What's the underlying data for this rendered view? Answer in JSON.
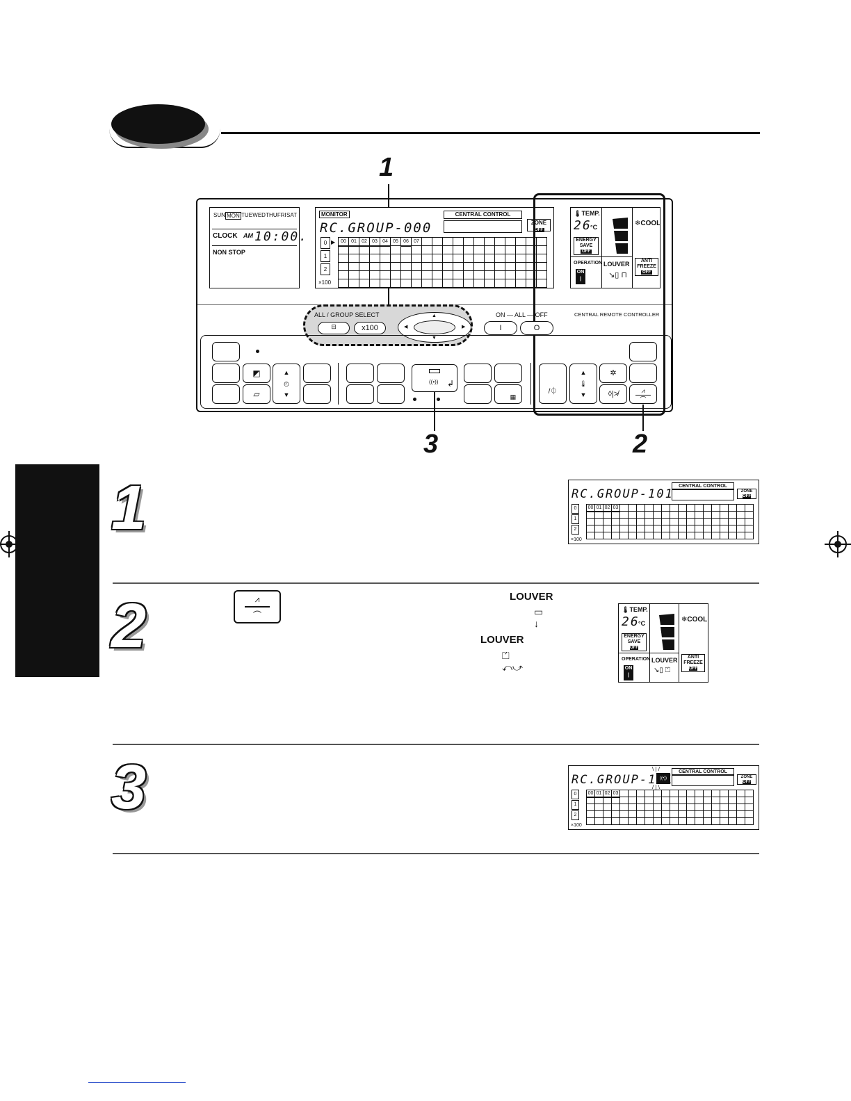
{
  "controller": {
    "days": [
      "SUN",
      "MON",
      "TUE",
      "WED",
      "THU",
      "FRI",
      "SAT"
    ],
    "clock_label": "CLOCK",
    "clock_ampm": "AM",
    "clock_time": "10:00.",
    "non_stop": "NON STOP",
    "monitor_label": "MONITOR",
    "rc_group": "RC.GROUP-000",
    "central_control": "CENTRAL CONTROL",
    "zone": "ZONE",
    "zone_state": "OFF",
    "row_labels": [
      "0",
      "1",
      "2"
    ],
    "x100": "×100",
    "unit_numbers": [
      "00",
      "01",
      "02",
      "03",
      "04",
      "05",
      "06",
      "07"
    ],
    "temp_label": "TEMP.",
    "temp_value": "26",
    "temp_unit": "°C",
    "mode": "COOL",
    "energy_save": [
      "ENERGY",
      "SAVE"
    ],
    "energy_state": "OFF",
    "operation": "OPERATION",
    "operation_state": "ON",
    "louver": "LOUVER",
    "anti_freeze": [
      "ANTI",
      "FREEZE"
    ],
    "anti_freeze_state": "OFF",
    "all_group_select": "ALL / GROUP   SELECT",
    "x100_button": "x100",
    "on_all_off": "ON — ALL — OFF",
    "on_symbol": "I",
    "off_symbol": "O",
    "model_label": "CENTRAL REMOTE CONTROLLER"
  },
  "callouts": [
    "1",
    "2",
    "3"
  ],
  "steps": [
    {
      "number": "1",
      "rc_group": "RC.GROUP-101",
      "units": [
        "00",
        "01",
        "02",
        "03"
      ]
    },
    {
      "number": "2",
      "louver_a": "LOUVER",
      "louver_b": "LOUVER"
    },
    {
      "number": "3",
      "rc_group": "RC.GROUP-101",
      "units": [
        "00",
        "01",
        "02",
        "03"
      ]
    }
  ]
}
